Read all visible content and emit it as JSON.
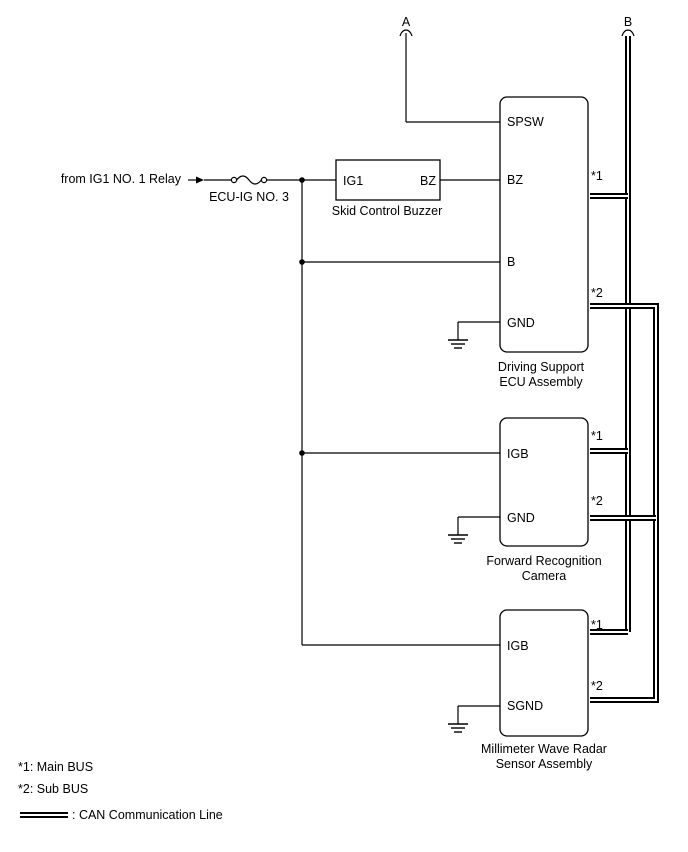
{
  "connectors": {
    "a": "A",
    "b": "B"
  },
  "source": {
    "label": "from IG1 NO. 1 Relay"
  },
  "fuse": {
    "label": "ECU-IG NO. 3"
  },
  "buzzer": {
    "name": "Skid Control Buzzer",
    "pin_ig1": "IG1",
    "pin_bz": "BZ"
  },
  "ecu": {
    "name_line1": "Driving Support",
    "name_line2": "ECU Assembly",
    "pins": {
      "spsw": "SPSW",
      "bz": "BZ",
      "b": "B",
      "gnd": "GND"
    },
    "bus1": "*1",
    "bus2": "*2"
  },
  "camera": {
    "name_line1": "Forward Recognition",
    "name_line2": "Camera",
    "pins": {
      "igb": "IGB",
      "gnd": "GND"
    },
    "bus1": "*1",
    "bus2": "*2"
  },
  "radar": {
    "name_line1": "Millimeter Wave Radar",
    "name_line2": "Sensor Assembly",
    "pins": {
      "igb": "IGB",
      "sgnd": "SGND"
    },
    "bus1": "*1",
    "bus2": "*2"
  },
  "legend": {
    "main_bus": "*1: Main BUS",
    "sub_bus": "*2: Sub BUS",
    "can_line": ": CAN Communication Line"
  }
}
